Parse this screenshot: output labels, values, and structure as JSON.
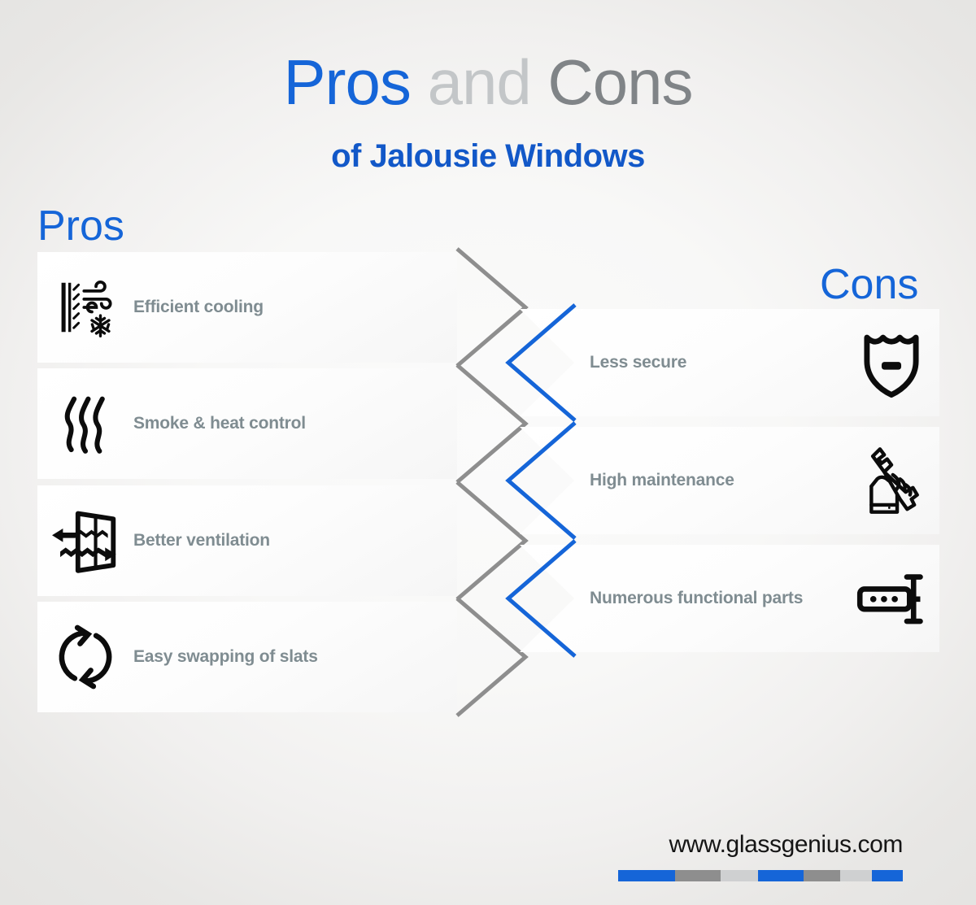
{
  "title": {
    "part1": "Pros",
    "part2": " and ",
    "part3": "Cons",
    "subtitle": "of Jalousie Windows"
  },
  "headings": {
    "pros": "Pros",
    "cons": "Cons"
  },
  "colors": {
    "accent_blue": "#1565d8",
    "title_blue": "#1258c8",
    "label_gray": "#7f8c91",
    "and_gray": "#c3c6c8",
    "cons_title_gray": "#808487",
    "chevron_gray": "#8e8e8e",
    "chevron_blue": "#1565d8",
    "background": "#e9e8e6",
    "card": "#ffffff"
  },
  "pros": [
    {
      "label": "Efficient cooling",
      "icon": "cooling-airflow-snowflake-icon"
    },
    {
      "label": "Smoke & heat control",
      "icon": "heat-waves-icon"
    },
    {
      "label": "Better ventilation",
      "icon": "window-ventilation-icon"
    },
    {
      "label": "Easy swapping of slats",
      "icon": "refresh-cycle-icon"
    }
  ],
  "cons": [
    {
      "label": "Less secure",
      "icon": "shield-minus-icon"
    },
    {
      "label": "High maintenance",
      "icon": "hand-wrench-icon"
    },
    {
      "label": "Numerous functional parts",
      "icon": "machine-part-icon"
    }
  ],
  "footer": {
    "url": "www.glassgenius.com",
    "bar_segments": [
      {
        "color": "#1565d8",
        "width": 20
      },
      {
        "color": "#8e8e8e",
        "width": 16
      },
      {
        "color": "#cfd0d1",
        "width": 13
      },
      {
        "color": "#1565d8",
        "width": 16
      },
      {
        "color": "#8e8e8e",
        "width": 13
      },
      {
        "color": "#cfd0d1",
        "width": 11
      },
      {
        "color": "#1565d8",
        "width": 11
      }
    ]
  }
}
